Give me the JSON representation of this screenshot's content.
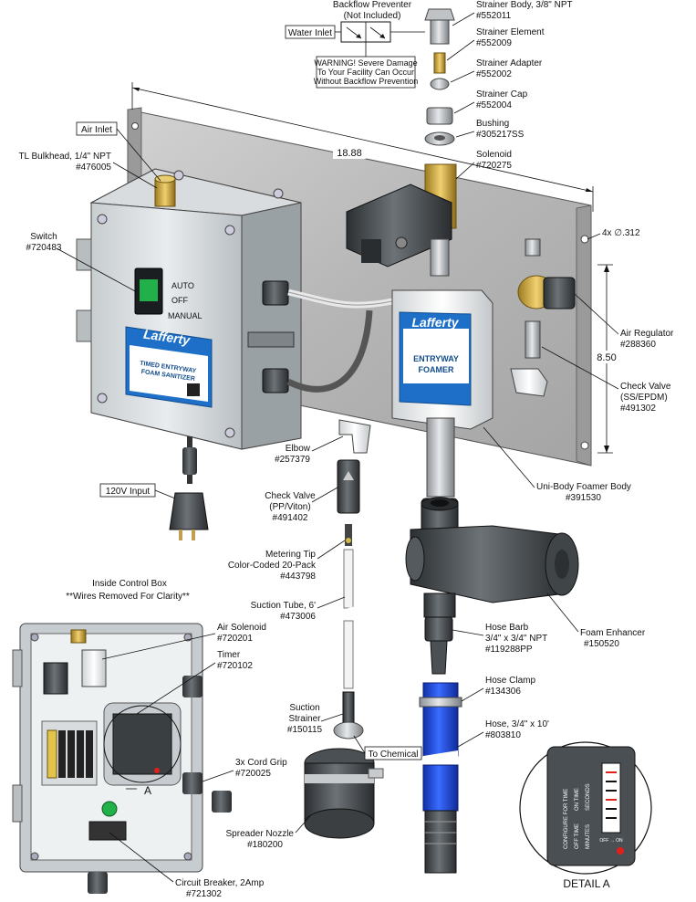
{
  "callouts": {
    "backflow": {
      "line1": "Backflow Preventer",
      "line2": "(Not Included)"
    },
    "water_inlet": "Water Inlet",
    "warning": {
      "line1": "WARNING! Severe Damage",
      "line2": "To Your Facility Can Occur",
      "line3": "Without Backflow Prevention"
    },
    "strainer_body": {
      "line1": "Strainer Body, 3/8\" NPT",
      "line2": "#552011"
    },
    "strainer_element": {
      "line1": "Strainer Element",
      "line2": "#552009"
    },
    "strainer_adapter": {
      "line1": "Strainer Adapter",
      "line2": "#552002"
    },
    "strainer_cap": {
      "line1": "Strainer Cap",
      "line2": "#552004"
    },
    "bushing": {
      "line1": "Bushing",
      "line2": "#305217SS"
    },
    "solenoid": {
      "line1": "Solenoid",
      "line2": "#720275"
    },
    "air_inlet": "Air Inlet",
    "tl_bulkhead": {
      "line1": "TL Bulkhead, 1/4\" NPT",
      "line2": "#476005"
    },
    "switch": {
      "line1": "Switch",
      "line2": "#720483"
    },
    "dim_width": "18.88",
    "dim_holes": "4x ∅.312",
    "dim_height": "8.50",
    "air_regulator": {
      "line1": "Air Regulator",
      "line2": "#288360"
    },
    "check_valve_ss": {
      "line1": "Check Valve",
      "line2": "(SS/EPDM)",
      "line3": "#491302"
    },
    "elbow": {
      "line1": "Elbow",
      "line2": "#257379"
    },
    "input_120v": "120V Input",
    "uni_body": {
      "line1": "Uni-Body Foamer Body",
      "line2": "#391530"
    },
    "check_valve_pp": {
      "line1": "Check Valve",
      "line2": "(PP/Viton)",
      "line3": "#491402"
    },
    "metering_tip": {
      "line1": "Metering Tip",
      "line2": "Color-Coded 20-Pack",
      "line3": "#443798"
    },
    "inside_box": {
      "line1": "Inside Control Box",
      "line2": "**Wires Removed For Clarity**"
    },
    "suction_tube": {
      "line1": "Suction Tube, 6'",
      "line2": "#473006"
    },
    "air_solenoid": {
      "line1": "Air Solenoid",
      "line2": "#720201"
    },
    "timer": {
      "line1": "Timer",
      "line2": "#720102"
    },
    "hose_barb": {
      "line1": "Hose Barb",
      "line2": "3/4\" x 3/4\" NPT",
      "line3": "#119288PP"
    },
    "foam_enhancer": {
      "line1": "Foam Enhancer",
      "line2": "#150520"
    },
    "hose_clamp": {
      "line1": "Hose Clamp",
      "line2": "#134306"
    },
    "suction_strainer": {
      "line1": "Suction",
      "line2": "Strainer",
      "line3": "#150115"
    },
    "hose": {
      "line1": "Hose, 3/4\"  x 10'",
      "line2": "#803810"
    },
    "to_chemical": "To Chemical",
    "cord_grip": {
      "line1": "3x Cord Grip",
      "line2": "#720025"
    },
    "spreader_nozzle": {
      "line1": "Spreader Nozzle",
      "line2": "#180200"
    },
    "circuit_breaker": {
      "line1": "Circuit Breaker, 2Amp",
      "line2": "#721302"
    },
    "detail_a": "DETAIL A",
    "detail_a_marker": "A"
  },
  "product_labels": {
    "brand": "Lafferty",
    "control_box_line1": "TIMED ENTRYWAY",
    "control_box_line2": "FOAM SANITIZER",
    "foamer_line1": "ENTRYWAY",
    "foamer_line2": "FOAMER",
    "switch_auto": "AUTO",
    "switch_off": "OFF",
    "switch_manual": "MANUAL"
  },
  "timer_panel": {
    "col1": "CONFIGURE FOR TIME",
    "col2a": "OFF TIME",
    "col2b": "ON TIME",
    "col3a": "MINUTES",
    "col3b": "SECONDS",
    "switch_label": "OFF → ON"
  },
  "colors": {
    "panel": "#b9b9b9",
    "enclosure": "#d8dcde",
    "label_blue": "#1e6fc8",
    "hose_blue": "#1d46d6",
    "brass": "#c9a13a",
    "dark_part": "#3e4346",
    "green_light": "#22b04a",
    "timer_red": "#e0201a"
  }
}
